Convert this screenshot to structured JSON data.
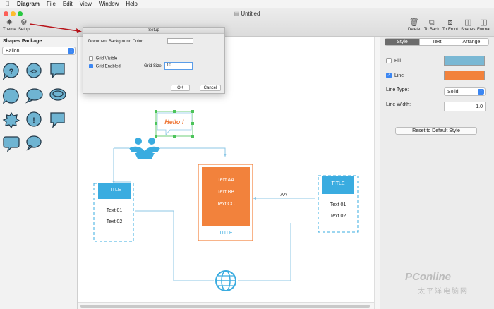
{
  "menubar": {
    "apple": "",
    "app_name": "Diagram",
    "items": [
      "File",
      "Edit",
      "View",
      "Window",
      "Help"
    ]
  },
  "window": {
    "title": "Untitled",
    "toolbar_left": [
      {
        "label": "Theme",
        "icon": "theme-wand-icon"
      },
      {
        "label": "Setup",
        "icon": "gear-icon"
      }
    ],
    "toolbar_right": [
      {
        "label": "Delete",
        "icon": "trash-icon"
      },
      {
        "label": "To Back",
        "icon": "to-back-icon"
      },
      {
        "label": "To Front",
        "icon": "to-front-icon"
      },
      {
        "label": "Shapes",
        "icon": "shapes-icon"
      },
      {
        "label": "Format",
        "icon": "format-icon"
      }
    ]
  },
  "left_panel": {
    "title": "Shapes Package:",
    "package": "Ballon",
    "shapes": [
      "question-balloon",
      "code-balloon",
      "square-balloon",
      "round-balloon",
      "oval-balloon",
      "double-oval-balloon",
      "burst-balloon",
      "exclamation-balloon",
      "rect-balloon",
      "rounded-rect-balloon",
      "speech-balloon"
    ]
  },
  "dialog": {
    "title": "Setup",
    "bg_color_label": "Document Background Color:",
    "grid_visible_label": "Grid Visible",
    "grid_visible_checked": false,
    "grid_enabled_label": "Grid Enabled",
    "grid_enabled_checked": true,
    "grid_size_label": "Grid Size:",
    "grid_size_value": "10",
    "ok_label": "OK",
    "cancel_label": "Cancel"
  },
  "canvas": {
    "callout_text": "Hello !",
    "node_left": {
      "title": "TITLE",
      "items": [
        "Text 01",
        "Text 02"
      ]
    },
    "node_center": {
      "items": [
        "Text AA",
        "Text BB",
        "Text CC"
      ],
      "title": "TITLE"
    },
    "node_right": {
      "title": "TITLE",
      "items": [
        "Text 01",
        "Text 02"
      ]
    },
    "connector_label": "AA",
    "colors": {
      "blue": "#3aace0",
      "orange": "#f2823c",
      "line": "#8cc7e6",
      "callout_text": "#ef7b3d",
      "selection": "#4cc45a"
    }
  },
  "inspector": {
    "tabs": [
      "Style",
      "Text",
      "Arrange"
    ],
    "active_tab": "Style",
    "fill_label": "Fill",
    "fill_checked": false,
    "fill_color": "#7ab8d4",
    "line_label": "Line",
    "line_checked": true,
    "line_color": "#f2823c",
    "line_type_label": "Line Type:",
    "line_type_value": "Solid",
    "line_width_label": "Line Width:",
    "line_width_value": "1.0",
    "reset_label": "Reset to Default Style"
  },
  "watermark": {
    "brand": "PConline",
    "sub": "太平洋电脑网"
  }
}
